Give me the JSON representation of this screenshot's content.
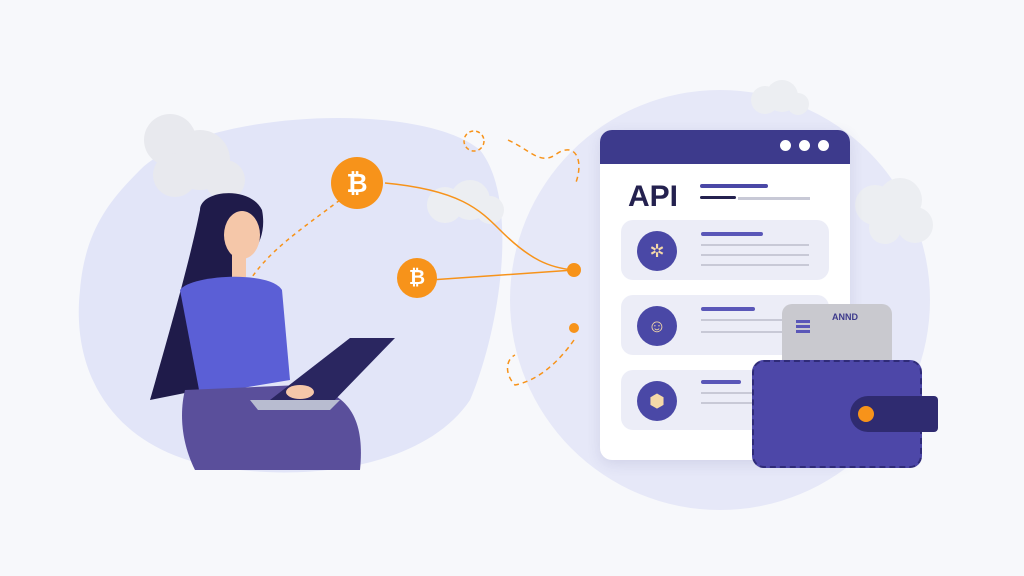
{
  "window": {
    "title": "API",
    "control_dots": 3
  },
  "coins": [
    {
      "symbol": "₿"
    },
    {
      "symbol": "₿"
    }
  ],
  "rows": [
    {
      "icon": "network-icon"
    },
    {
      "icon": "user-support-icon"
    },
    {
      "icon": "shield-icon"
    }
  ],
  "wallet": {
    "card_label": "ANND"
  },
  "colors": {
    "accent": "#f7931a",
    "primary": "#3d3a8c",
    "blob": "#e2e5f8"
  }
}
